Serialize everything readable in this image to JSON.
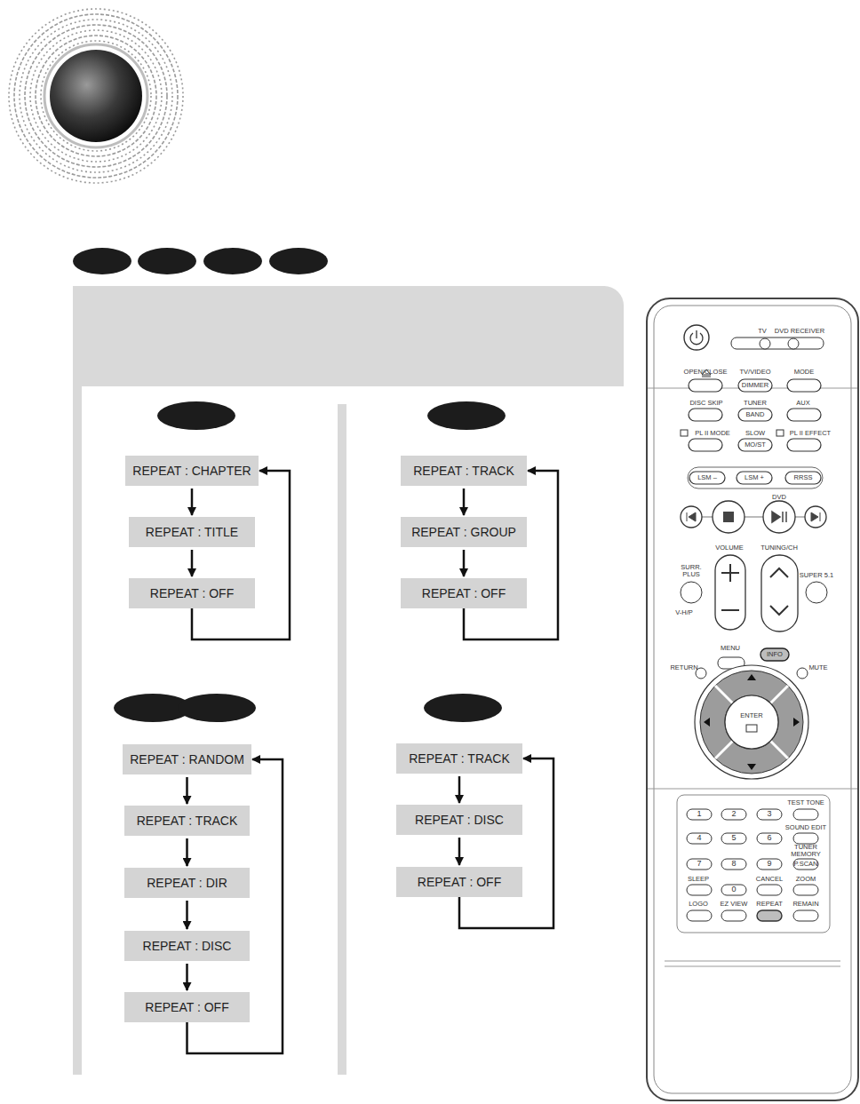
{
  "diagram": {
    "nodes": [
      {
        "text": [
          "REPEAT : CHAPTER"
        ]
      },
      {
        "text": [
          "REPEAT : TITLE"
        ]
      },
      {
        "text": [
          "REPEAT : OFF"
        ]
      },
      {
        "text": [
          "REPEAT : TRACK"
        ]
      },
      {
        "text": [
          "REPEAT : GROUP"
        ]
      },
      {
        "text": [
          "REPEAT : OFF"
        ]
      },
      {
        "text": [
          "REPEAT : RANDOM"
        ]
      },
      {
        "text": [
          "REPEAT : TRACK"
        ]
      },
      {
        "text": [
          "REPEAT : DIR"
        ]
      },
      {
        "text": [
          "REPEAT : DISC"
        ]
      },
      {
        "text": [
          "REPEAT : OFF"
        ]
      },
      {
        "text": [
          "REPEAT : TRACK"
        ]
      },
      {
        "text": [
          "REPEAT : DISC"
        ]
      },
      {
        "text": [
          "REPEAT : OFF"
        ]
      }
    ],
    "edges": [
      {
        "from": 0,
        "to": 1,
        "arrow": "to"
      },
      {
        "from": 1,
        "to": 2,
        "arrow": "to"
      },
      {
        "from": 2,
        "to": 0,
        "arrow": "to"
      },
      {
        "from": 3,
        "to": 4,
        "arrow": "to"
      },
      {
        "from": 4,
        "to": 5,
        "arrow": "to"
      },
      {
        "from": 5,
        "to": 3,
        "arrow": "to"
      },
      {
        "from": 6,
        "to": 7,
        "arrow": "to"
      },
      {
        "from": 7,
        "to": 8,
        "arrow": "to"
      },
      {
        "from": 8,
        "to": 9,
        "arrow": "to"
      },
      {
        "from": 9,
        "to": 10,
        "arrow": "to"
      },
      {
        "from": 10,
        "to": 6,
        "arrow": "to"
      },
      {
        "from": 11,
        "to": 12,
        "arrow": "to"
      },
      {
        "from": 12,
        "to": 13,
        "arrow": "to"
      },
      {
        "from": 13,
        "to": 11,
        "arrow": "to"
      }
    ],
    "labels": [
      "TV",
      "DVD RECEIVER",
      "OPEN/CLOSE",
      "TV/VIDEO",
      "MODE",
      "DIMMER",
      "DISC SKIP",
      "TUNER",
      "AUX",
      "BAND",
      "PL II MODE",
      "SLOW",
      "PL II EFFECT",
      "MO/ST",
      "LSM –",
      "LSM +",
      "RRSS",
      "DVD",
      "VOLUME",
      "TUNING/CH",
      "SURR. PLUS",
      "V-H/P",
      "SUPER 5.1",
      "MENU",
      "INFO",
      "RETURN",
      "MUTE",
      "ENTER",
      "TEST TONE",
      "SOUND EDIT",
      "TUNER MEMORY",
      "P.SCAN",
      "1",
      "2",
      "3",
      "4",
      "5",
      "6",
      "7",
      "8",
      "9",
      "SLEEP",
      "CANCEL",
      "ZOOM",
      "0",
      "LOGO",
      "EZ VIEW",
      "REPEAT",
      "REMAIN"
    ]
  }
}
